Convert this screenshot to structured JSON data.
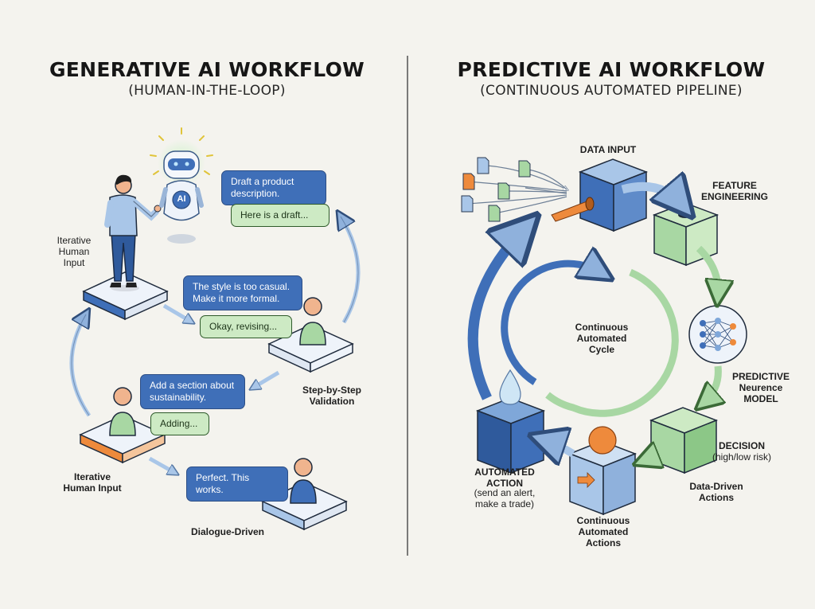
{
  "generative": {
    "title": "GENERATIVE AI WORKFLOW",
    "subtitle": "(HUMAN-IN-THE-LOOP)",
    "ai_badge": "AI",
    "messages": [
      {
        "text": "Draft a product description.",
        "style": "blue"
      },
      {
        "text": "Here is a draft...",
        "style": "green"
      },
      {
        "text": "The style is too casual. Make it more formal.",
        "style": "blue"
      },
      {
        "text": "Okay, revising...",
        "style": "green"
      },
      {
        "text": "Add a section about sustainability.",
        "style": "blue"
      },
      {
        "text": "Adding...",
        "style": "green"
      },
      {
        "text": "Perfect. This works.",
        "style": "blue"
      }
    ],
    "labels": {
      "iterative_top": "Iterative\nHuman\nInput",
      "iterative_bottom": "Iterative\nHuman Input",
      "step_validation": "Step-by-Step\nValidation",
      "dialogue": "Dialogue-Driven"
    }
  },
  "predictive": {
    "title": "PREDICTIVE AI WORKFLOW",
    "subtitle": "(CONTINUOUS AUTOMATED PIPELINE)",
    "labels": {
      "data_input": "DATA INPUT",
      "feature_engineering": "FEATURE\nENGINEERING",
      "model": "PREDICTIVE\nNeurence\nMODEL",
      "decision_title": "DECISION",
      "decision_detail": "(high/low risk)",
      "data_driven": "Data-Driven\nActions",
      "automated_action_title": "AUTOMATED\nACTION",
      "automated_action_detail": "(send an alert,\nmake a trade)",
      "continuous_actions": "Continuous\nAutomated\nActions",
      "cycle": "Continuous\nAutomated\nCycle"
    }
  },
  "colors": {
    "background": "#f4f3ee",
    "blue": "#3f6fb8",
    "light_blue": "#a9c6e8",
    "green": "#cdeac4",
    "mid_green": "#a8d7a3",
    "orange": "#ee8a3c",
    "ink": "#1d1d1d"
  }
}
